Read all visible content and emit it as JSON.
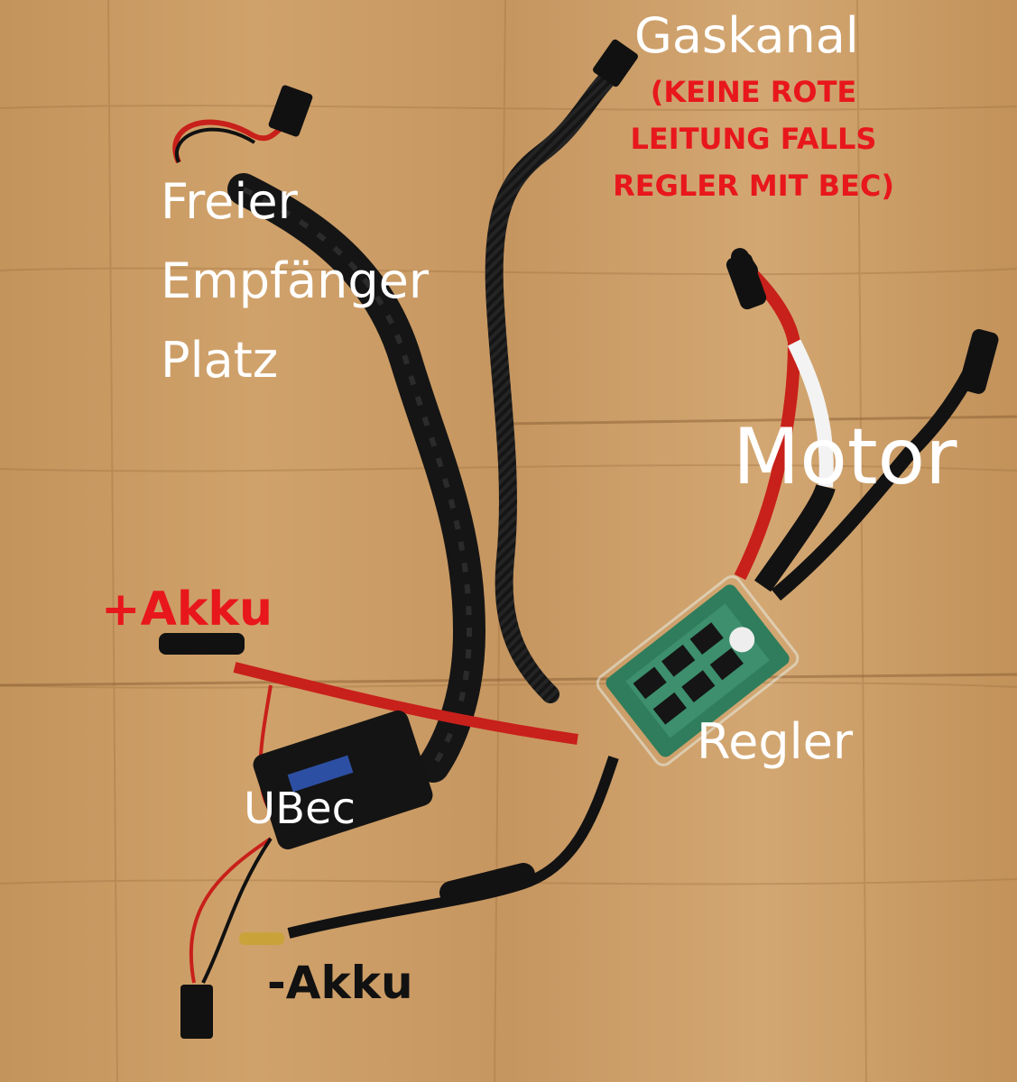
{
  "labels": {
    "freier_line1": "Freier",
    "freier_line2": "Empfänger",
    "freier_line3": "Platz",
    "gaskanal": "Gaskanal",
    "warning_line1": "(KEINE ROTE",
    "warning_line2": "LEITUNG FALLS",
    "warning_line3": "REGLER MIT BEC)",
    "motor": "Motor",
    "akku_plus": "+Akku",
    "regler": "Regler",
    "ubec": "UBec",
    "akku_minus": "-Akku"
  },
  "colors": {
    "wood": "#c99a63",
    "label_white": "#ffffff",
    "label_red": "#e8171c",
    "label_black": "#111111",
    "wire_red": "#c8201a",
    "wire_black": "#121212",
    "pcb_green": "#2f7d5c"
  }
}
